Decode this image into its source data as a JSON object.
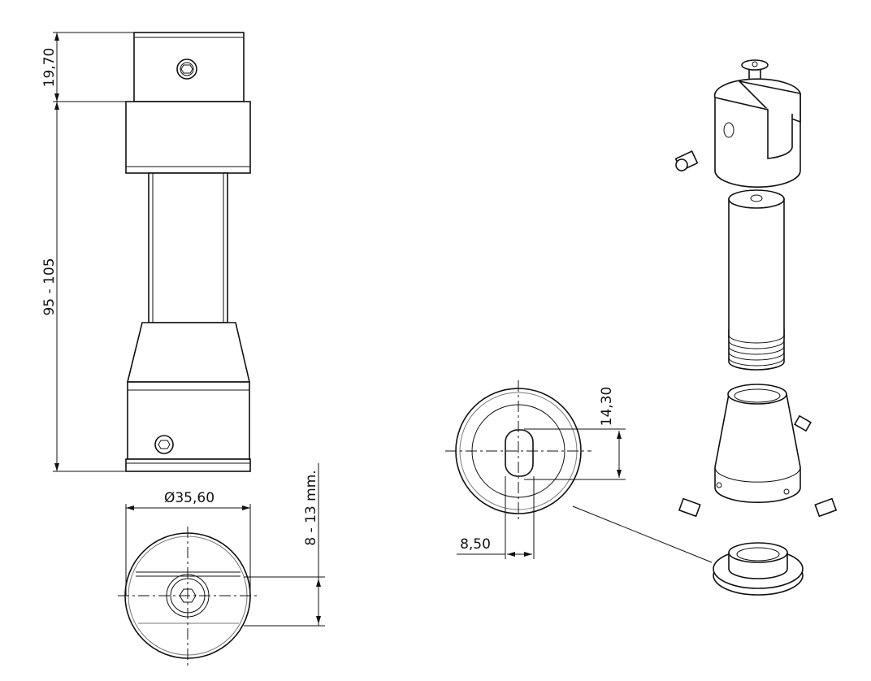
{
  "dimensions": {
    "top_block_height": "19,70",
    "overall_length": "95 - 105",
    "diameter": "Ø35,60",
    "clamp_range": "8 - 13 mm.",
    "slot_length": "14,30",
    "slot_width": "8,50"
  }
}
